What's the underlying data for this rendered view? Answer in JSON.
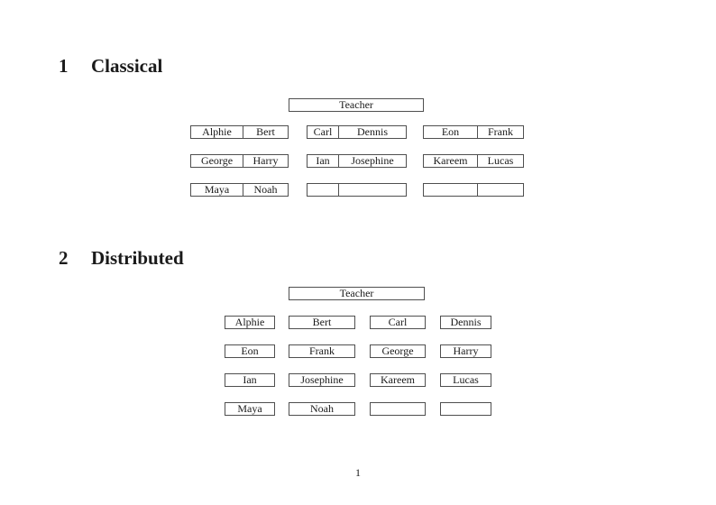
{
  "page_number": "1",
  "colors": {
    "background": "#ffffff",
    "border": "#4f4f4f",
    "text": "#1a1a1a"
  },
  "sections": {
    "classical": {
      "number": "1",
      "title": "Classical",
      "teacher": "Teacher",
      "desks": [
        [
          "Alphie",
          "Bert"
        ],
        [
          "Carl",
          "Dennis"
        ],
        [
          "Eon",
          "Frank"
        ],
        [
          "George",
          "Harry"
        ],
        [
          "Ian",
          "Josephine"
        ],
        [
          "Kareem",
          "Lucas"
        ],
        [
          "Maya",
          "Noah"
        ],
        [
          "",
          ""
        ],
        [
          "",
          ""
        ]
      ]
    },
    "distributed": {
      "number": "2",
      "title": "Distributed",
      "teacher": "Teacher",
      "seats": [
        "Alphie",
        "Bert",
        "Carl",
        "Dennis",
        "Eon",
        "Frank",
        "George",
        "Harry",
        "Ian",
        "Josephine",
        "Kareem",
        "Lucas",
        "Maya",
        "Noah",
        "",
        ""
      ]
    }
  }
}
